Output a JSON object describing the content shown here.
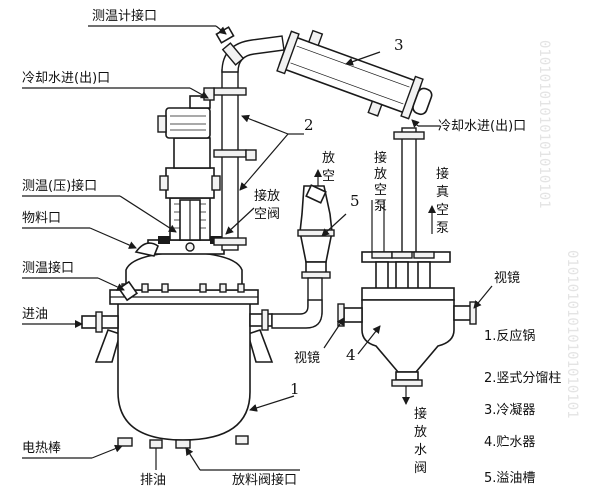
{
  "labels": {
    "thermometer_port": "测温计接口",
    "cooling_water_top": "冷却水进(出)口",
    "cooling_water_right": "冷却水进(出)口",
    "temp_pressure_port": "测温(压)接口",
    "material_port": "物料口",
    "temp_port": "测温接口",
    "oil_inlet": "进油",
    "heating_rod": "电热棒",
    "oil_drain": "排油",
    "discharge_valve_port": "放料阀接口",
    "vacuum_release_valve": [
      "接放",
      "空阀"
    ],
    "vent": [
      "放",
      "空"
    ],
    "vacuum_pump_release": [
      "接",
      "放",
      "空",
      "泵"
    ],
    "vacuum_pump": [
      "接",
      "真",
      "空",
      "泵"
    ],
    "drain_water_valve": [
      "接",
      "放",
      "水",
      "阀"
    ],
    "sight_glass_left": "视镜",
    "sight_glass_right": "视镜"
  },
  "callouts": [
    "1",
    "2",
    "3",
    "4",
    "5"
  ],
  "legend": [
    "1.反应锅",
    "2.竖式分馏柱",
    "3.冷凝器",
    "4.贮水器",
    "5.溢油槽"
  ],
  "watermark": "01010101010101010101"
}
